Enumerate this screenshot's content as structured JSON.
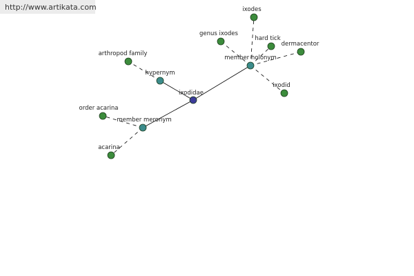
{
  "source_url": "http://www.artikata.com",
  "colors": {
    "center_node": "#3c3c9a",
    "relation_node": "#3c8c8c",
    "leaf_node": "#3c8c3c",
    "node_stroke": "#1e3c1e",
    "edge": "#000000",
    "banner_bg": "#ececec"
  },
  "graph": {
    "center": {
      "id": "ixodidae",
      "label": "ixodidae"
    },
    "relations": [
      {
        "id": "hypernym",
        "label": "hypernym"
      },
      {
        "id": "member-holonym",
        "label": "member holonym"
      },
      {
        "id": "member-meronym",
        "label": "member meronym"
      }
    ],
    "leaves": [
      {
        "id": "arthropod-family",
        "label": "arthropod family",
        "relation": "hypernym"
      },
      {
        "id": "ixodes",
        "label": "ixodes",
        "relation": "member-holonym"
      },
      {
        "id": "genus-ixodes",
        "label": "genus ixodes",
        "relation": "member-holonym"
      },
      {
        "id": "hard-tick",
        "label": "hard tick",
        "relation": "member-holonym"
      },
      {
        "id": "dermacentor",
        "label": "dermacentor",
        "relation": "member-holonym"
      },
      {
        "id": "ixodid",
        "label": "ixodid",
        "relation": "member-holonym"
      },
      {
        "id": "order-acarina",
        "label": "order acarina",
        "relation": "member-meronym"
      },
      {
        "id": "acarina",
        "label": "acarina",
        "relation": "member-meronym"
      }
    ]
  }
}
